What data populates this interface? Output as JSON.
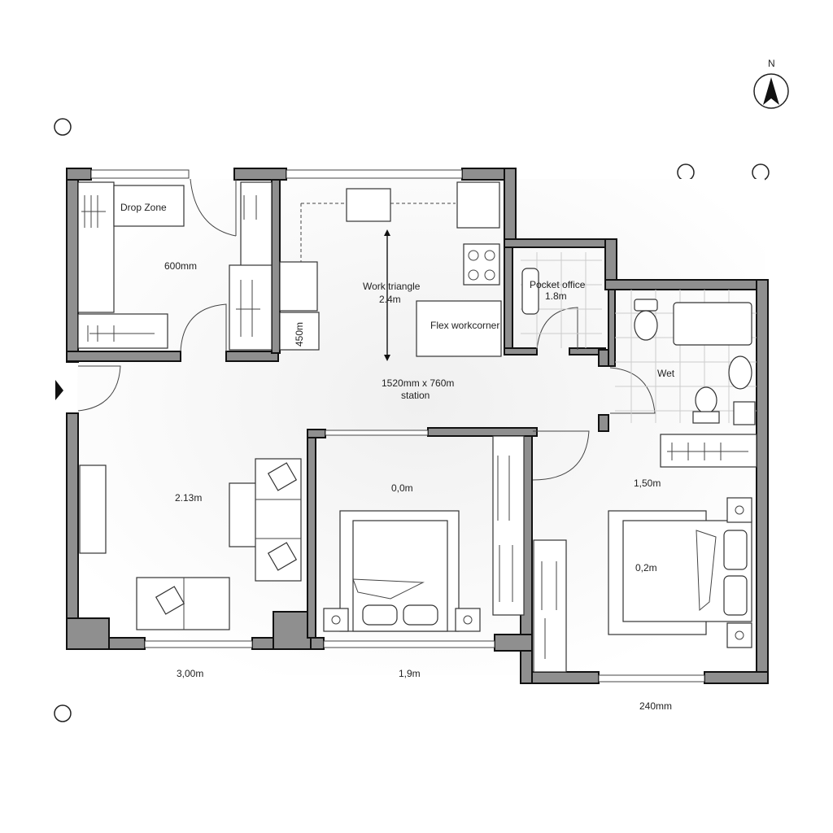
{
  "compass": {
    "label": "N"
  },
  "rooms": {
    "drop_zone": {
      "label": "Drop Zone",
      "dimension": "600mm"
    },
    "kitchen": {
      "work_triangle": "Work triangle",
      "work_triangle_length": "2.4m",
      "cabinet_width": "450m",
      "flex_label": "Flex workcorner",
      "station_size": "1520mm x 760m",
      "station_label": "station"
    },
    "pocket_office": {
      "label": "Pocket office",
      "dimension": "1.8m"
    },
    "wet_room": {
      "label": "Wet"
    },
    "living": {
      "dimension": "2.13m"
    },
    "bedroom_1": {
      "dimension": "0,0m"
    },
    "bedroom_2": {
      "dimension": "1,50m",
      "bed_dimension": "0,2m"
    }
  },
  "exterior_dimensions": {
    "left": "3,00m",
    "middle": "1,9m",
    "right": "240mm"
  },
  "colors": {
    "wall_fill": "#8f8f8f",
    "wall_outline": "#111111",
    "background": "#ffffff"
  }
}
